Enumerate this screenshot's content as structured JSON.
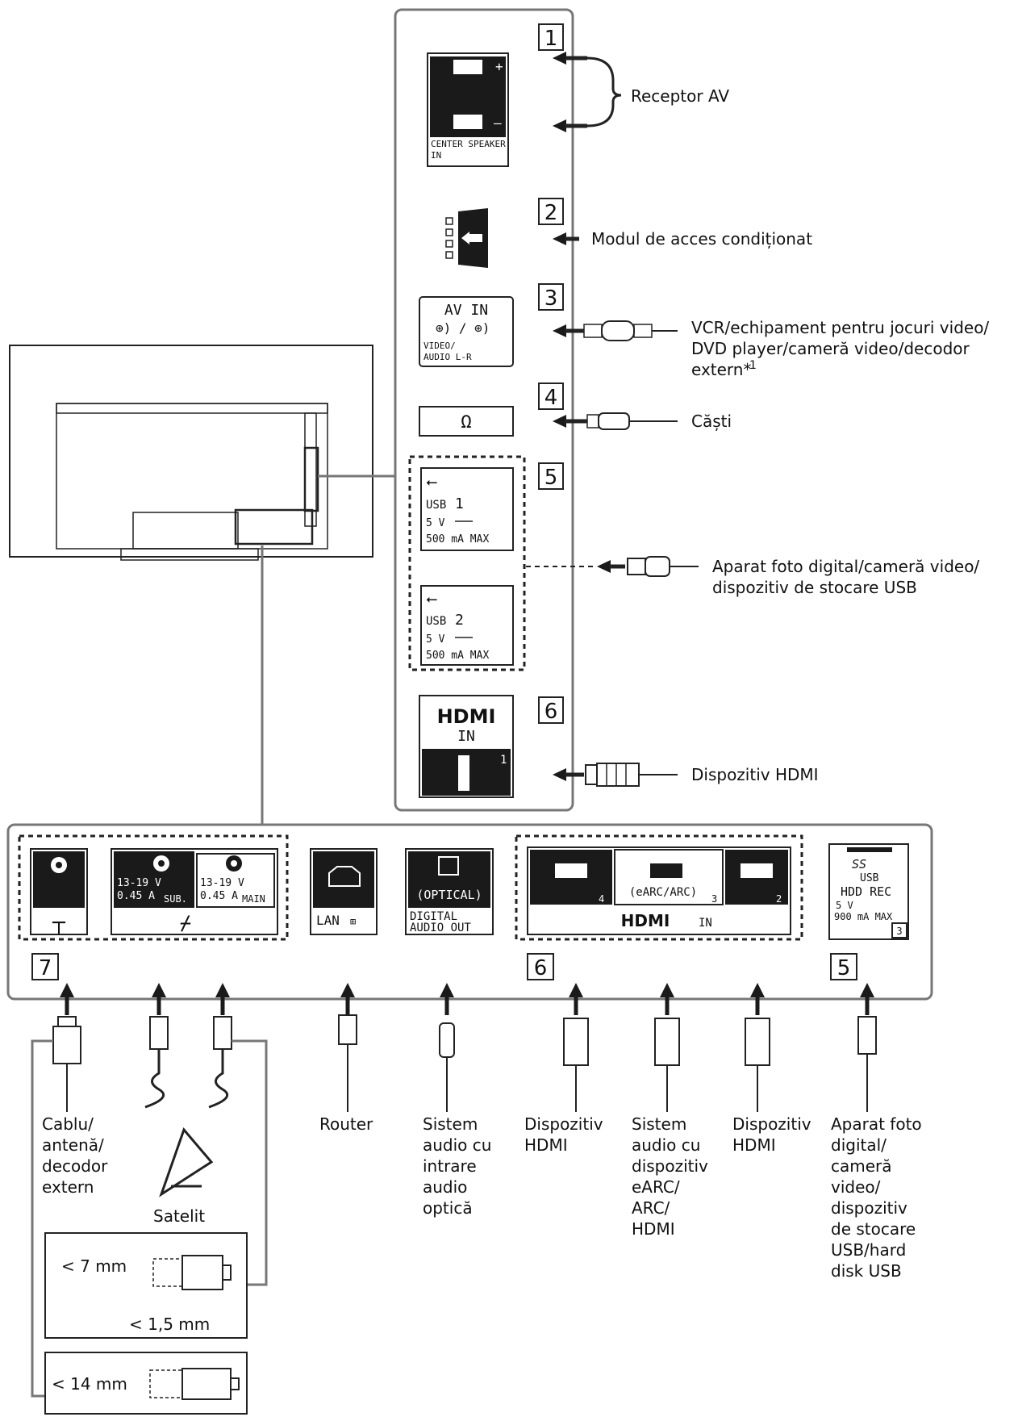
{
  "side_panel": {
    "callouts": {
      "n1": "1",
      "n2": "2",
      "n3": "3",
      "n4": "4",
      "n5": "5",
      "n6": "6"
    },
    "port1": {
      "plus": "+",
      "minus": "–",
      "label": "CENTER SPEAKER IN",
      "device": "Receptor AV"
    },
    "port2": {
      "device": "Modul de acces condiționat"
    },
    "port3": {
      "title": "AV IN",
      "sub1": "VIDEO/",
      "sub2": "AUDIO L-R",
      "device_l1": "VCR/echipament pentru jocuri video/",
      "device_l2": "DVD player/cameră video/decodor",
      "device_l3": "extern*",
      "footnote": "1"
    },
    "port4": {
      "device": "Căști"
    },
    "usb1": {
      "name": "USB",
      "index": "1",
      "volt": "5 V",
      "current": "500 mA MAX"
    },
    "usb2": {
      "name": "USB",
      "index": "2",
      "volt": "5 V",
      "current": "500 mA MAX"
    },
    "usb_device_l1": "Aparat foto digital/cameră video/",
    "usb_device_l2": "dispozitiv de stocare USB",
    "hdmi1": {
      "logo": "HDMI",
      "in": "IN",
      "index": "1",
      "device": "Dispozitiv HDMI"
    }
  },
  "bottom_panel": {
    "callouts": {
      "n7": "7",
      "n6": "6",
      "n5": "5"
    },
    "sat_sub": {
      "l1": "13-19 V",
      "l2": "0.45 A",
      "tag": "SUB."
    },
    "sat_main": {
      "l1": "13-19 V",
      "l2": "0.45 A",
      "tag": "MAIN"
    },
    "lan": "LAN",
    "optical": {
      "tag": "(OPTICAL)",
      "l1": "DIGITAL",
      "l2": "AUDIO OUT"
    },
    "hdmi": {
      "i4": "4",
      "earc": "(eARC/ARC)",
      "i3": "3",
      "i2": "2",
      "logo": "HDMI",
      "in": "IN"
    },
    "usb3": {
      "ss": "SS",
      "usb": "USB",
      "hdd": "HDD REC",
      "volt": "5 V",
      "current": "900 mA MAX",
      "index": "3"
    }
  },
  "devices": {
    "cable": [
      "Cablu/",
      "antenă/",
      "decodor",
      "extern"
    ],
    "satellite": "Satelit",
    "router": "Router",
    "optical_sys": [
      "Sistem",
      "audio cu",
      "intrare",
      "audio",
      "optică"
    ],
    "hdmi_a": [
      "Dispozitiv",
      "HDMI"
    ],
    "earc_sys": [
      "Sistem",
      "audio cu",
      "dispozitiv",
      "eARC/",
      "ARC/",
      "HDMI"
    ],
    "hdmi_b": [
      "Dispozitiv",
      "HDMI"
    ],
    "usb_dev": [
      "Aparat foto",
      "digital/",
      "cameră",
      "video/",
      "dispozitiv",
      "de stocare",
      "USB/hard",
      "disk USB"
    ]
  },
  "connectors": {
    "d7": "< 7 mm",
    "d15": "< 1,5 mm",
    "d14": "< 14 mm"
  }
}
